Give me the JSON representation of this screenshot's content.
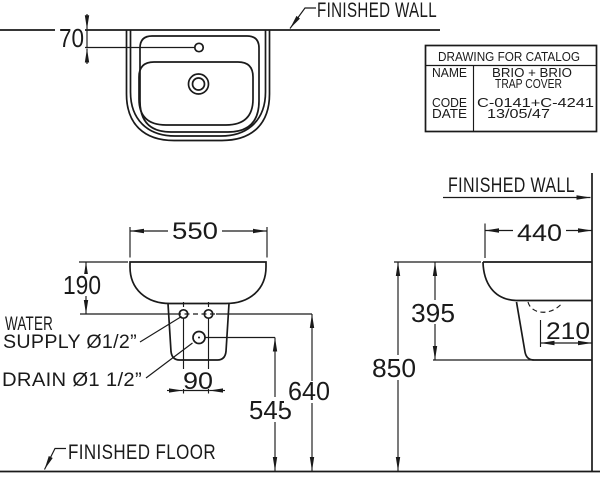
{
  "drawing": {
    "wall_label_top": "FINISHED WALL",
    "wall_label_side": "FINISHED WALL",
    "floor_label": "FINISHED FLOOR",
    "annotations": {
      "water_line1": "WATER",
      "water_line2": "SUPPLY Ø1/2”",
      "drain_line": "DRAIN Ø1 1/2”"
    },
    "dimensions": {
      "faucet_offset": "70",
      "basin_width": "550",
      "rim_to_supply": "190",
      "supply_spacing": "90",
      "drain_height": "545",
      "supply_height": "640",
      "rim_height": "850",
      "rim_to_trap_bottom": "395",
      "basin_depth": "440",
      "trap_depth": "210"
    },
    "catalog_table": {
      "title": "DRAWING FOR CATALOG",
      "name_label": "NAME",
      "name_value_line1": "BRIO + BRIO",
      "name_value_line2": "TRAP COVER",
      "code_label": "CODE",
      "code_value": "C-0141+C-4241",
      "date_label": "DATE",
      "date_value": "13/05/47"
    },
    "colors": {
      "ink": "#1a1a1a",
      "background": "#ffffff"
    }
  }
}
